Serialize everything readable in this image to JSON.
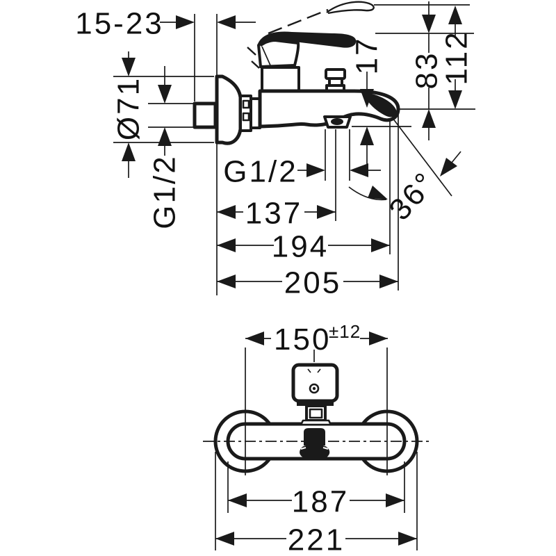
{
  "drawing": {
    "kind": "technical dimension drawing, wall-mounted single-lever bath mixer, side view and front view",
    "ink_color": "#1a1a1a",
    "background_color": "#ffffff",
    "side_view": {
      "dimensions": {
        "wall_depth_range": "15-23",
        "escutcheon_diameter": "Ø71",
        "inlet_thread": "G1/2",
        "outlet_thread": "G1/2",
        "outlet_offset": "17",
        "height_to_handle": "83",
        "height_handle_raised": "112",
        "spout_angle": "36°",
        "wall_to_outlet_center": "137",
        "wall_to_spout_tip": "194",
        "max_projection": "205"
      }
    },
    "front_view": {
      "dimensions": {
        "connection_spacing": "150",
        "connection_tolerance": "±12",
        "body_width": "187",
        "overall_width": "221"
      }
    }
  }
}
